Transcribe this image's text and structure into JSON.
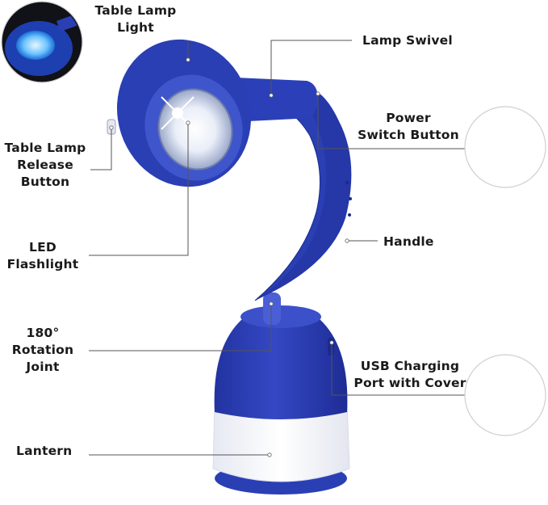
{
  "labels": {
    "table_lamp_light": "Table Lamp\nLight",
    "lamp_swivel": "Lamp Swivel",
    "power_switch_button": "Power\nSwitch Button",
    "table_lamp_release_button": "Table Lamp\nRelease\nButton",
    "handle": "Handle",
    "led_flashlight": "LED\nFlashlight",
    "rotation_joint": "180°\nRotation\nJoint",
    "usb_charging_port": "USB Charging\nPort with Cover",
    "lantern": "Lantern"
  },
  "colors": {
    "product_blue": "#2a3fb4",
    "dark_blue": "#1b2a8a",
    "lantern_white": "#f4f6fb",
    "label_text": "#1a1a1a"
  }
}
